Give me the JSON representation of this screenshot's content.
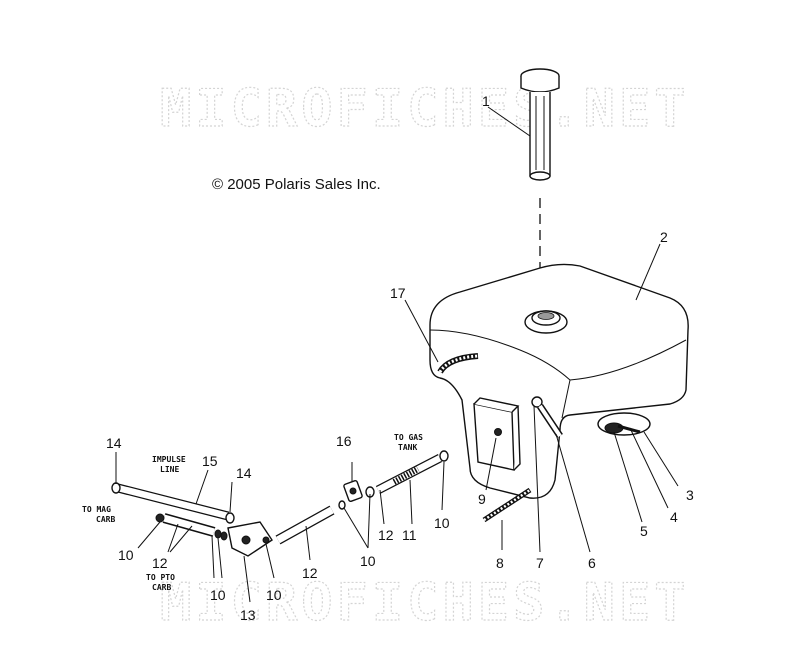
{
  "watermark": {
    "text": "MICROFICHES.NET"
  },
  "copyright": "© 2005 Polaris Sales Inc.",
  "notes": {
    "impulse_line": [
      "IMPULSE",
      "LINE"
    ],
    "to_mag_carb": [
      "TO MAG",
      "CARB"
    ],
    "to_pto_carb": [
      "TO PTO",
      "CARB"
    ],
    "to_gas_tank": [
      "TO GAS",
      "TANK"
    ]
  },
  "callouts": {
    "c1": "1",
    "c2": "2",
    "c3": "3",
    "c4": "4",
    "c5": "5",
    "c6": "6",
    "c7": "7",
    "c8": "8",
    "c9": "9",
    "c10a": "10",
    "c10b": "10",
    "c10c": "10",
    "c10d": "10",
    "c10e": "10",
    "c11": "11",
    "c12a": "12",
    "c12b": "12",
    "c12c": "12",
    "c13": "13",
    "c14a": "14",
    "c14b": "14",
    "c15": "15",
    "c16": "16",
    "c17": "17"
  }
}
